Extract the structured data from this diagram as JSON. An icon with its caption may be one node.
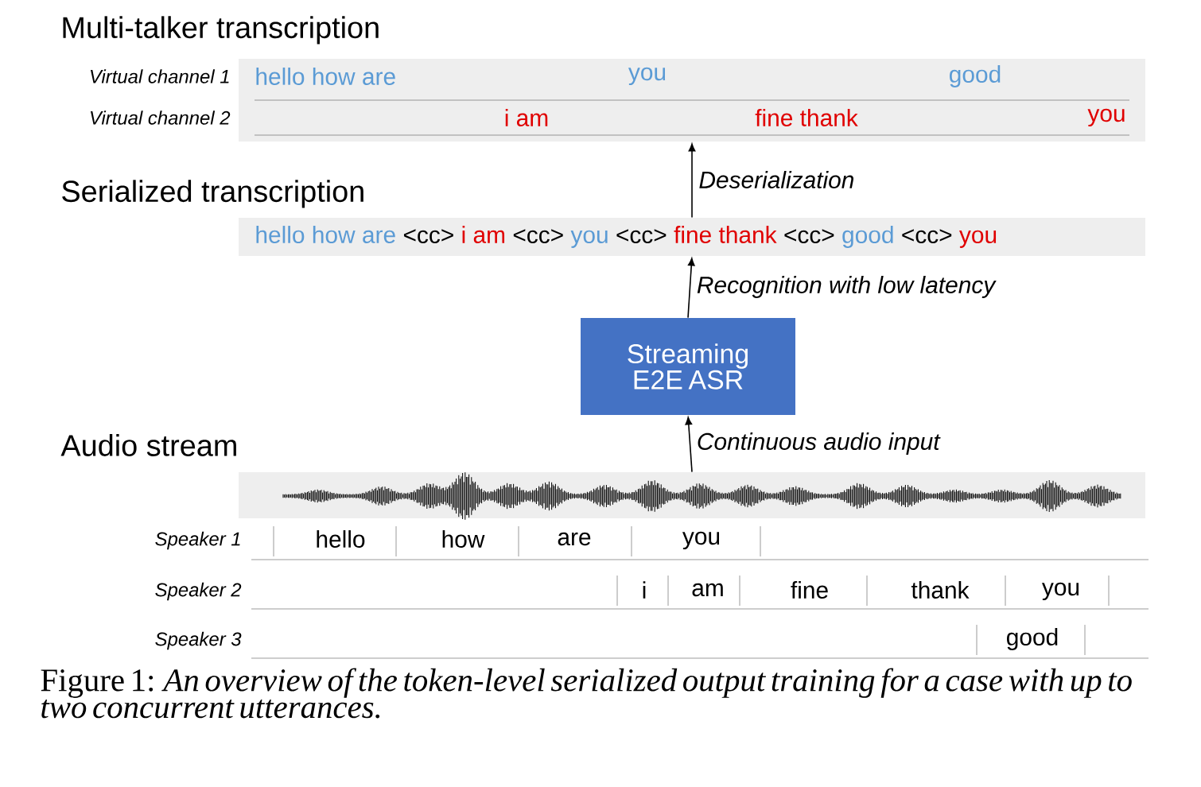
{
  "diagram": {
    "caption": "Figure 1: *An overview of the token-level serialized output training for a case with up to two concurrent utterances.*",
    "nodes": [
      {
        "text": [
          "Multi-talker transcription",
          "hello how are",
          "you",
          "good",
          "i am",
          "fine thank",
          "you"
        ]
      },
      {
        "text": [
          "Serialized transcription",
          "hello how are",
          "<cc>",
          "i am",
          "<cc>",
          "you",
          "<cc>",
          "fine thank",
          "<cc>",
          "good",
          "<cc>",
          "you"
        ]
      },
      {
        "text": [
          "Streaming E2E ASR"
        ]
      },
      {
        "text": [
          "Audio stream"
        ]
      }
    ],
    "edges": [
      {
        "from": 3,
        "to": 2,
        "arrow": "to",
        "label": "Continuous audio input"
      },
      {
        "from": 2,
        "to": 1,
        "arrow": "to",
        "label": "Recognition with low latency"
      },
      {
        "from": 1,
        "to": 0,
        "arrow": "to",
        "label": "Deserialization"
      }
    ],
    "labels": [
      "Virtual channel 1",
      "Virtual channel 2",
      "Speaker 1",
      "hello",
      "how",
      "are",
      "you",
      "Speaker 2",
      "i",
      "am",
      "fine",
      "thank",
      "you",
      "Speaker 3",
      "good"
    ]
  }
}
